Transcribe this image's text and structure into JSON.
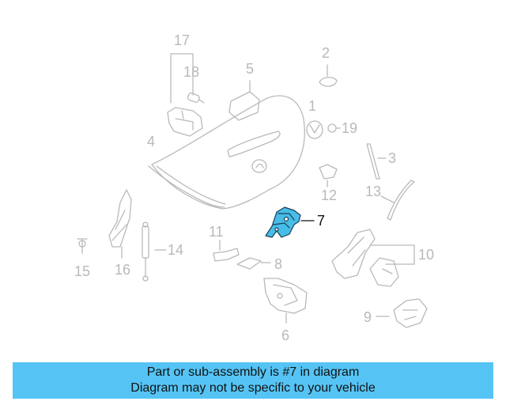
{
  "diagram": {
    "callouts": [
      "17",
      "18",
      "5",
      "2",
      "1",
      "19",
      "4",
      "3",
      "12",
      "13",
      "7",
      "11",
      "14",
      "10",
      "15",
      "16",
      "8",
      "9",
      "6"
    ],
    "highlighted": "7",
    "part_color": "#b9b9b9",
    "highlight_color": "#47bde8"
  },
  "caption": {
    "line1": "Part or sub-assembly is #7 in diagram",
    "line2": "Diagram may not be specific to your vehicle"
  },
  "colors": {
    "caption_bg": "#55c4f5"
  }
}
